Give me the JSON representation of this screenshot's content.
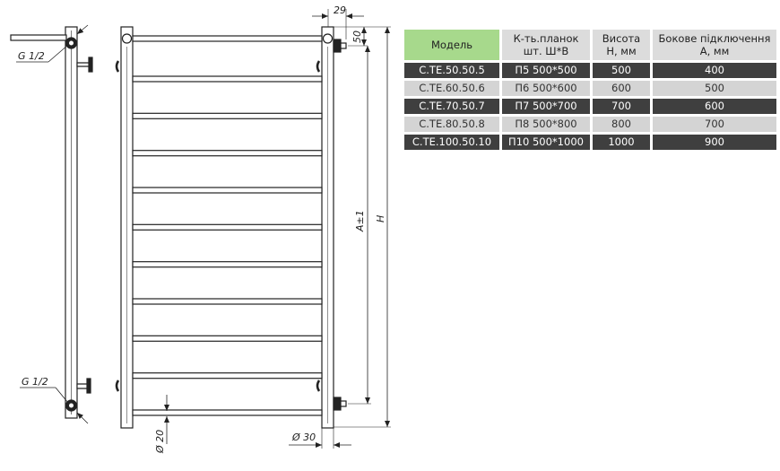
{
  "drawing": {
    "thread_label_top": "G 1/2",
    "thread_label_bottom": "G 1/2",
    "dim_width": "29",
    "dim_offset": "50",
    "dim_a": "A±1",
    "dim_h": "H",
    "dim_rung": "Ø 20",
    "dim_tube": "Ø 30",
    "rung_count": 10
  },
  "table": {
    "headers": [
      "Модель",
      "К-ть.планок\nшт. Ш*В",
      "Висота\nН, мм",
      "Бокове підключення\nА, мм"
    ],
    "rows": [
      [
        "С.ТЕ.50.50.5",
        "П5 500*500",
        "500",
        "400"
      ],
      [
        "С.ТЕ.60.50.6",
        "П6 500*600",
        "600",
        "500"
      ],
      [
        "С.ТЕ.70.50.7",
        "П7 500*700",
        "700",
        "600"
      ],
      [
        "С.ТЕ.80.50.8",
        "П8 500*800",
        "800",
        "700"
      ],
      [
        "С.ТЕ.100.50.10",
        "П10 500*1000",
        "1000",
        "900"
      ]
    ]
  }
}
